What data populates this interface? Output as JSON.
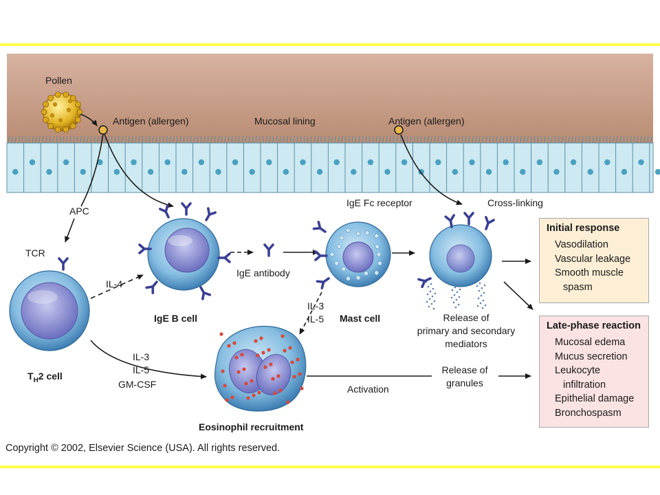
{
  "colors": {
    "page_rule": "#ffff4d",
    "mucosa": "#c49a83",
    "epithelium": "#cde9f1",
    "cell_fill": "#7fb7dd",
    "nucleus": "#8a8fcf",
    "antibody": "#3a3f94",
    "eos_granule": "#d6493c",
    "initial_box": "#fcefd6",
    "late_box": "#fbe3e3"
  },
  "labels": {
    "pollen": "Pollen",
    "antigen_left": "Antigen (allergen)",
    "mucosal_lining": "Mucosal lining",
    "antigen_right": "Antigen (allergen)",
    "apc": "APC",
    "tcr": "TCR",
    "ige_fc_receptor": "IgE Fc receptor",
    "cross_linking": "Cross-linking",
    "il4": "IL-4",
    "ige_antibody": "IgE antibody",
    "ige_b_cell": "IgE B cell",
    "mast_cell": "Mast cell",
    "il3_mast": "IL-3",
    "il5_mast": "IL-5",
    "release_mediators": [
      "Release of",
      "primary and secondary",
      "mediators"
    ],
    "th2_prefix": "T",
    "th2_sub": "H",
    "th2_suffix": "2 cell",
    "il3_th2": "IL-3",
    "il5_th2": "IL-5",
    "gmcsf": "GM-CSF",
    "activation": "Activation",
    "release_granules": [
      "Release of",
      "granules"
    ],
    "eosinophil": "Eosinophil recruitment"
  },
  "initial_response": {
    "title": "Initial response",
    "items": [
      "Vasodilation",
      "Vascular leakage",
      "Smooth muscle",
      "spasm"
    ]
  },
  "late_phase": {
    "title": "Late-phase reaction",
    "items": [
      "Mucosal edema",
      "Mucus secretion",
      "Leukocyte",
      "infiltration",
      "Epithelial damage",
      "Bronchospasm"
    ]
  },
  "copyright": "Copyright © 2002, Elsevier Science (USA). All rights reserved."
}
